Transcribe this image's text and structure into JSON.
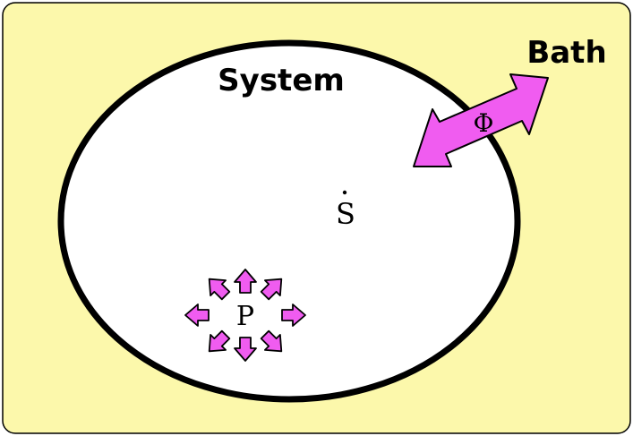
{
  "diagram": {
    "bath_label": "Bath",
    "system_label": "System",
    "flux_symbol": "Φ",
    "entropy_rate_symbol": "S",
    "production_symbol": "P"
  },
  "colors": {
    "bath_fill": "#FCF8AB",
    "system_fill": "#FFFFFF",
    "outline": "#000000",
    "arrow_fill": "#F05CF0"
  }
}
